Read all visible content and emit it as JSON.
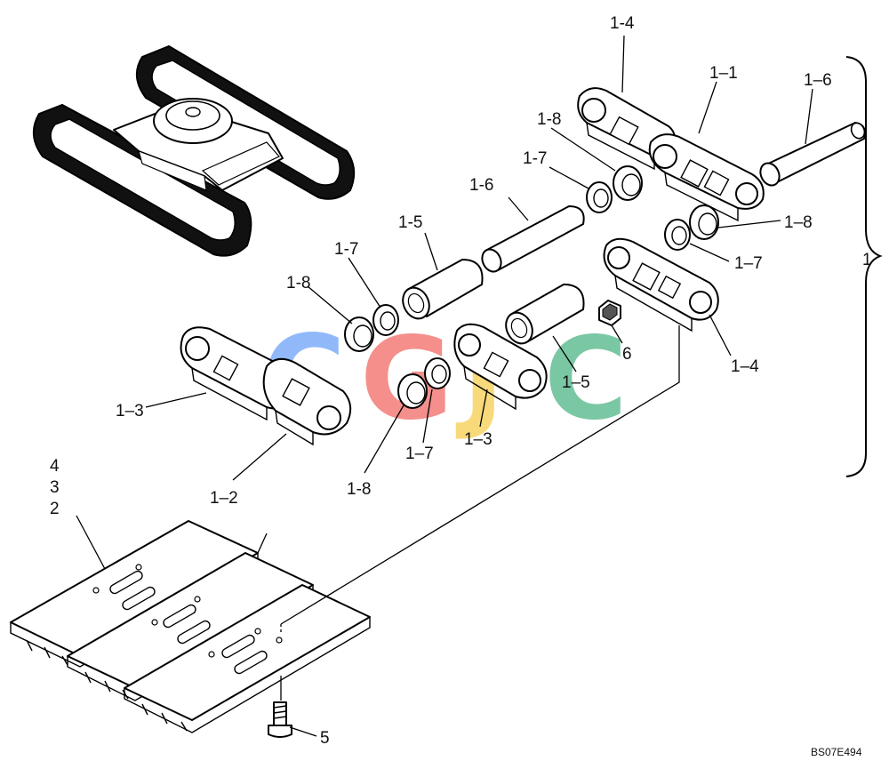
{
  "diagram": {
    "reference_code": "BS07E494",
    "group_label": "1",
    "watermark": {
      "letters": [
        "C",
        "G",
        "J",
        "C"
      ],
      "colors": [
        "#4f8ff7",
        "#ee4c45",
        "#f5c52b",
        "#2aa66b"
      ]
    },
    "callouts": {
      "c1_4_top": "1-4",
      "c1_1": "1–1",
      "c1_6_right": "1–6",
      "c1_8_upper": "1-8",
      "c1_7_upper": "1-7",
      "c1_6_mid": "1-6",
      "c1_8_right": "1–8",
      "c1_7_right": "1–7",
      "c1_5_left": "1-5",
      "c1_7_left": "1-7",
      "c1_8_left": "1-8",
      "c6": "6",
      "c1_4_right": "1–4",
      "c1_5_right": "1–5",
      "c1_3_left": "1–3",
      "c1_3_mid": "1–3",
      "c1_7_bottom": "1–7",
      "c1_8_bottom": "1-8",
      "c1_2": "1–2",
      "c4": "4",
      "c3": "3",
      "c2": "2",
      "c5": "5"
    }
  }
}
